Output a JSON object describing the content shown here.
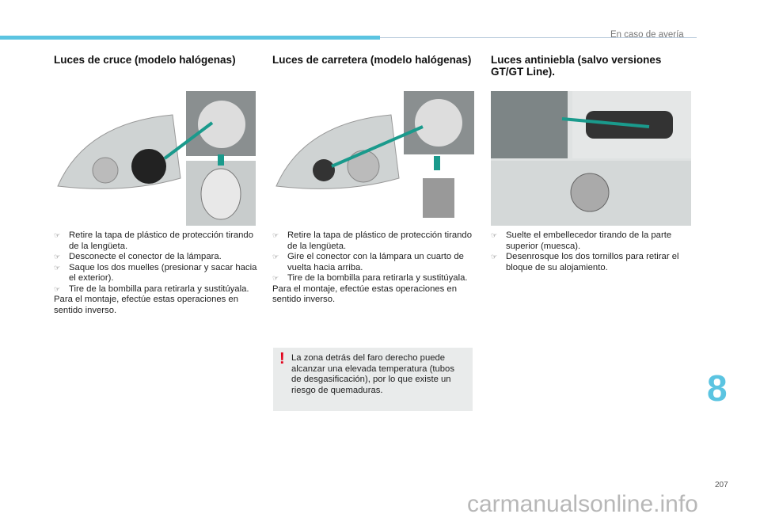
{
  "header": {
    "section": "En caso de avería",
    "chapter": "8",
    "page": "207"
  },
  "watermark": "carmanualsonline.info",
  "columns": [
    {
      "title": "Luces de cruce (modelo halógenas)",
      "bullets": [
        "Retire la tapa de plástico de protección tirando de la lengüeta.",
        "Desconecte el conector de la lámpara.",
        "Saque los dos muelles (presionar y sacar hacia el exterior).",
        "Tire de la bombilla para retirarla y sustitúyala."
      ],
      "note": "Para el montaje, efectúe estas operaciones en sentido inverso."
    },
    {
      "title": "Luces de carretera (modelo halógenas)",
      "bullets": [
        "Retire la tapa de plástico de protección tirando de la lengüeta.",
        "Gire el conector con la lámpara un cuarto de vuelta hacia arriba.",
        "Tire de la bombilla para retirarla y sustitúyala."
      ],
      "note": "Para el montaje, efectúe estas operaciones en sentido inverso."
    },
    {
      "title": "Luces antiniebla (salvo versiones GT/GT Line).",
      "bullets": [
        "Suelte el embellecedor tirando de la parte superior (muesca).",
        "Desenrosque los dos tornillos para retirar el bloque de su alojamiento."
      ]
    }
  ],
  "warning": "La zona detrás del faro derecho puede alcanzar una elevada temperatura (tubos de desgasificación), por lo que existe un riesgo de quemaduras.",
  "colors": {
    "accent": "#5bc4e1",
    "warning": "#e2001a",
    "arrow": "#1a9a8c"
  }
}
